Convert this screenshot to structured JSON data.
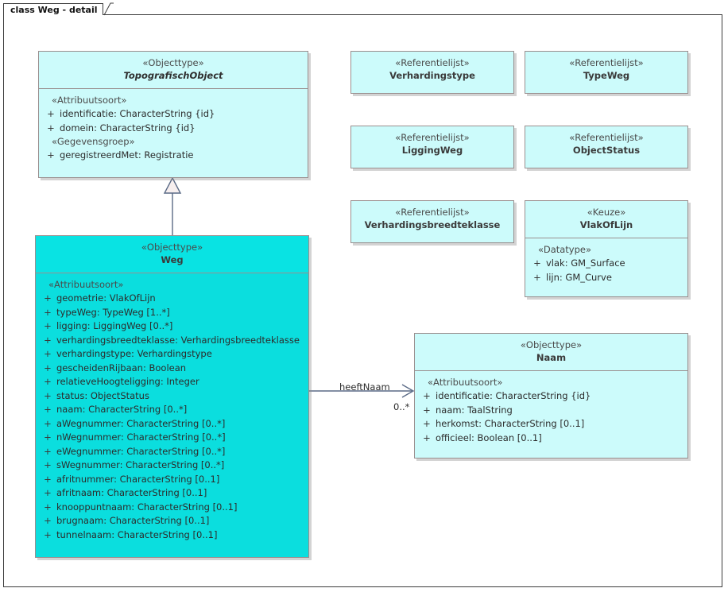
{
  "diagram": {
    "title": "class Weg - detail",
    "colors": {
      "frame_border": "#3b3b3b",
      "class_border": "#9a8f8f",
      "light_fill": "#ccfbfb",
      "bright_fill": "#0bdede",
      "bright_header": "#09e3e3",
      "connector": "#5a6a86",
      "text": "#2c2c2c"
    }
  },
  "classes": {
    "topografischobject": {
      "stereotype": "«Objecttype»",
      "name": "TopografischObject",
      "abstract": true,
      "compartments": [
        {
          "group": "«Attribuutsoort»",
          "attributes": [
            {
              "visibility": "+",
              "text": "identificatie: CharacterString {id}"
            },
            {
              "visibility": "+",
              "text": "domein: CharacterString {id}"
            }
          ]
        },
        {
          "group": "«Gegevensgroep»",
          "attributes": [
            {
              "visibility": "+",
              "text": "geregistreerdMet: Registratie"
            }
          ]
        }
      ]
    },
    "weg": {
      "stereotype": "«Objecttype»",
      "name": "Weg",
      "abstract": false,
      "compartments": [
        {
          "group": "«Attribuutsoort»",
          "attributes": [
            {
              "visibility": "+",
              "text": "geometrie: VlakOfLijn"
            },
            {
              "visibility": "+",
              "text": "typeWeg: TypeWeg [1..*]"
            },
            {
              "visibility": "+",
              "text": "ligging: LiggingWeg [0..*]"
            },
            {
              "visibility": "+",
              "text": "verhardingsbreedteklasse: Verhardingsbreedteklasse"
            },
            {
              "visibility": "+",
              "text": "verhardingstype: Verhardingstype"
            },
            {
              "visibility": "+",
              "text": "gescheidenRijbaan: Boolean"
            },
            {
              "visibility": "+",
              "text": "relatieveHoogteligging: Integer"
            },
            {
              "visibility": "+",
              "text": "status: ObjectStatus"
            },
            {
              "visibility": "+",
              "text": "naam: CharacterString [0..*]"
            },
            {
              "visibility": "+",
              "text": "aWegnummer: CharacterString [0..*]"
            },
            {
              "visibility": "+",
              "text": "nWegnummer: CharacterString [0..*]"
            },
            {
              "visibility": "+",
              "text": "eWegnummer: CharacterString [0..*]"
            },
            {
              "visibility": "+",
              "text": "sWegnummer: CharacterString [0..*]"
            },
            {
              "visibility": "+",
              "text": "afritnummer: CharacterString [0..1]"
            },
            {
              "visibility": "+",
              "text": "afritnaam: CharacterString [0..1]"
            },
            {
              "visibility": "+",
              "text": "knooppuntnaam: CharacterString [0..1]"
            },
            {
              "visibility": "+",
              "text": "brugnaam: CharacterString [0..1]"
            },
            {
              "visibility": "+",
              "text": "tunnelnaam: CharacterString [0..1]"
            }
          ]
        }
      ]
    },
    "naam": {
      "stereotype": "«Objecttype»",
      "name": "Naam",
      "abstract": false,
      "compartments": [
        {
          "group": "«Attribuutsoort»",
          "attributes": [
            {
              "visibility": "+",
              "text": "identificatie: CharacterString {id}"
            },
            {
              "visibility": "+",
              "text": "naam: TaalString"
            },
            {
              "visibility": "+",
              "text": "herkomst: CharacterString [0..1]"
            },
            {
              "visibility": "+",
              "text": "officieel: Boolean [0..1]"
            }
          ]
        }
      ]
    },
    "vlakoflijn": {
      "stereotype": "«Keuze»",
      "name": "VlakOfLijn",
      "abstract": false,
      "compartments": [
        {
          "group": "«Datatype»",
          "attributes": [
            {
              "visibility": "+",
              "text": "vlak: GM_Surface"
            },
            {
              "visibility": "+",
              "text": "lijn: GM_Curve"
            }
          ]
        }
      ]
    },
    "verhardingstype": {
      "stereotype": "«Referentielijst»",
      "name": "Verhardingstype"
    },
    "typeweg": {
      "stereotype": "«Referentielijst»",
      "name": "TypeWeg"
    },
    "liggingweg": {
      "stereotype": "«Referentielijst»",
      "name": "LiggingWeg"
    },
    "objectstatus": {
      "stereotype": "«Referentielijst»",
      "name": "ObjectStatus"
    },
    "verhardingsbreedteklasse": {
      "stereotype": "«Referentielijst»",
      "name": "Verhardingsbreedteklasse"
    }
  },
  "connectors": {
    "generalization": {
      "type": "generalization",
      "from": "Weg",
      "to": "TopografischObject",
      "label": ""
    },
    "association": {
      "type": "association",
      "from": "Weg",
      "to": "Naam",
      "label": "heeftNaam",
      "target_multiplicity": "0..*"
    }
  }
}
